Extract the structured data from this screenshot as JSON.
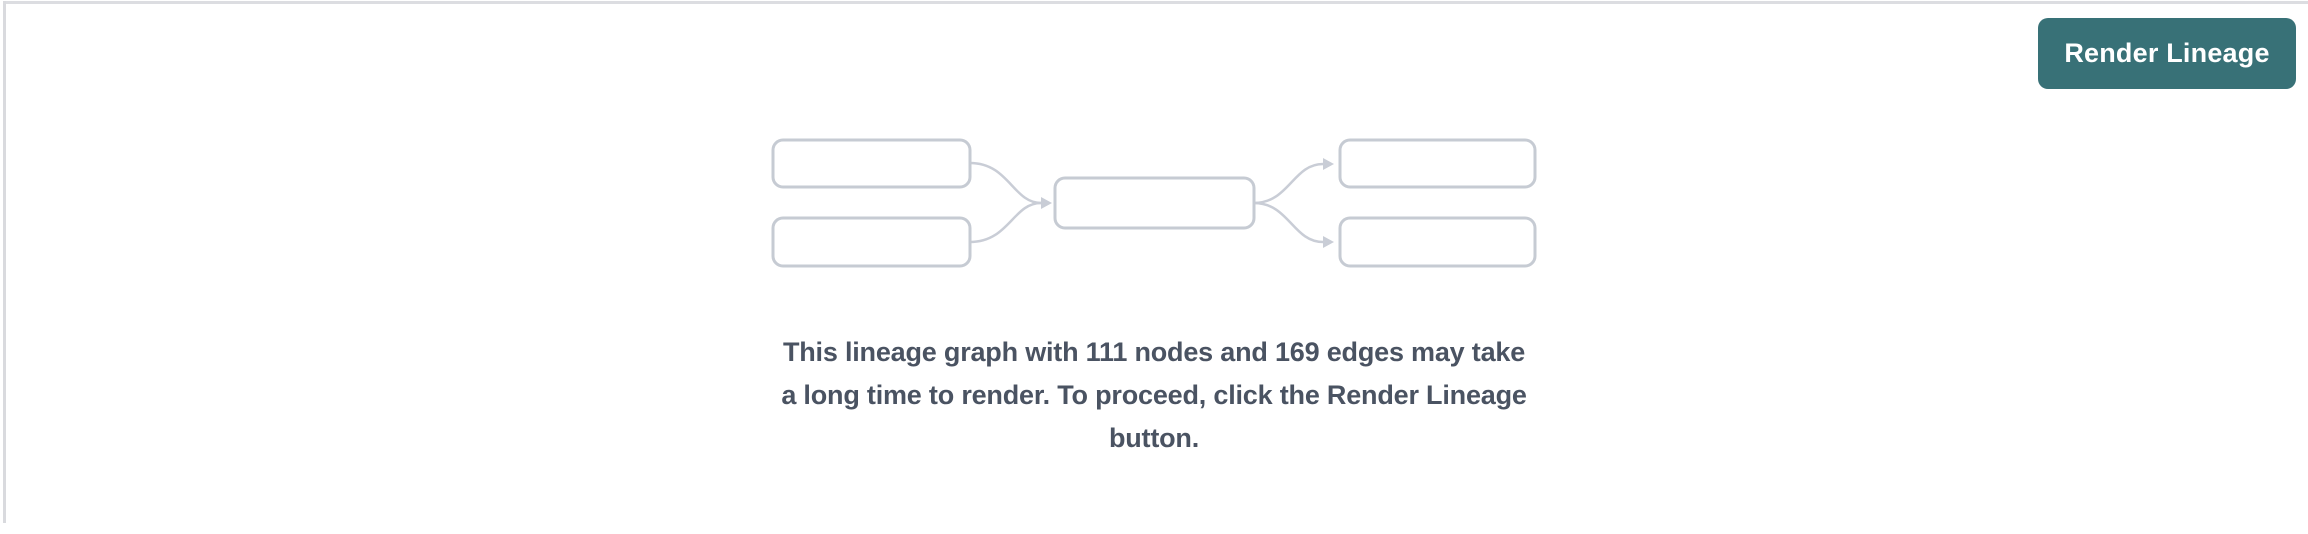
{
  "toolbar": {
    "render_button_label": "Render Lineage"
  },
  "empty_state": {
    "illustration": "lineage-graph-placeholder",
    "node_count": 111,
    "edge_count": 169,
    "message_lines": [
      "This lineage graph with 111 nodes and 169 edges may take",
      "a long time to render. To proceed, click the Render Lineage",
      "button."
    ],
    "message_full": "This lineage graph with 111 nodes and 169 edges may take a long time to render. To proceed, click the Render Lineage button."
  },
  "colors": {
    "background": "#ffffff",
    "button_bg": "#387177",
    "button_text": "#ffffff",
    "message_text": "#4a5362",
    "node_border": "#c6cbd3",
    "edge_stroke": "#c9cdd6",
    "pane_border": "#dcdde1"
  }
}
